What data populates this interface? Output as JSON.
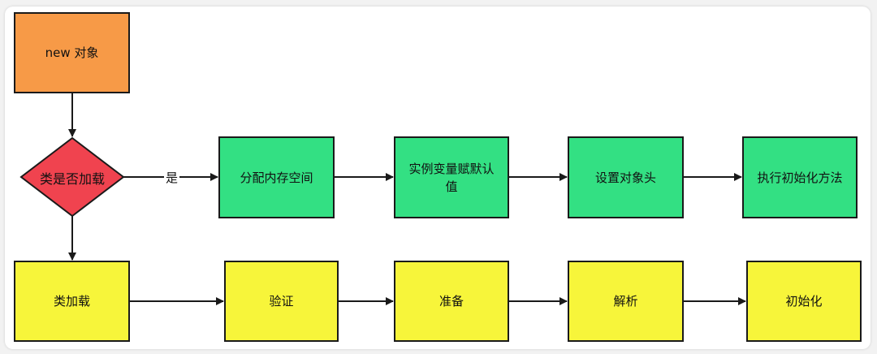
{
  "nodes": {
    "new_object": "new 对象",
    "class_loaded_check": "类是否加载",
    "allocate_memory": "分配内存空间",
    "default_values": "实例变量赋默认值",
    "set_object_header": "设置对象头",
    "run_init": "执行初始化方法",
    "class_loading": "类加载",
    "verify": "验证",
    "prepare": "准备",
    "resolve": "解析",
    "initialize": "初始化"
  },
  "edges": {
    "yes_label": "是"
  },
  "colors": {
    "start": "#f79a47",
    "decision": "#f0434f",
    "object_steps": "#33e083",
    "class_steps": "#f7f53a",
    "stroke": "#1a1a1a"
  }
}
